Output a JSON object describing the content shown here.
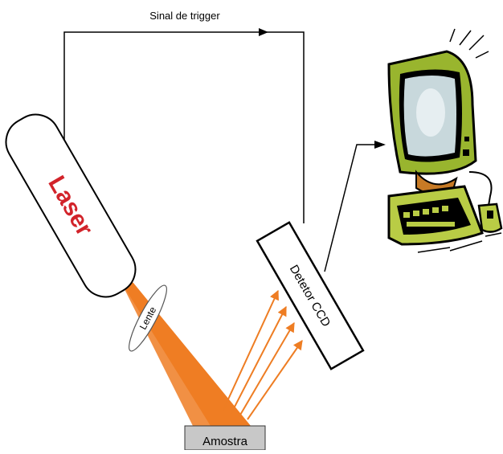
{
  "labels": {
    "trigger_signal": "Sinal de trigger",
    "laser": "Laser",
    "lens": "Lente",
    "detector": "Detetor CCD",
    "sample": "Amostra"
  },
  "colors": {
    "line": "#000000",
    "laser_text": "#d2232a",
    "beam": "#ee7d23",
    "sample_fill": "#c8c8c8",
    "monitor_body": "#99b52e",
    "screen": "#c8d8dc",
    "base": "#b9cc45",
    "orange_brown": "#c77a25"
  },
  "icons": {
    "computer": "computer-clipart-icon"
  }
}
